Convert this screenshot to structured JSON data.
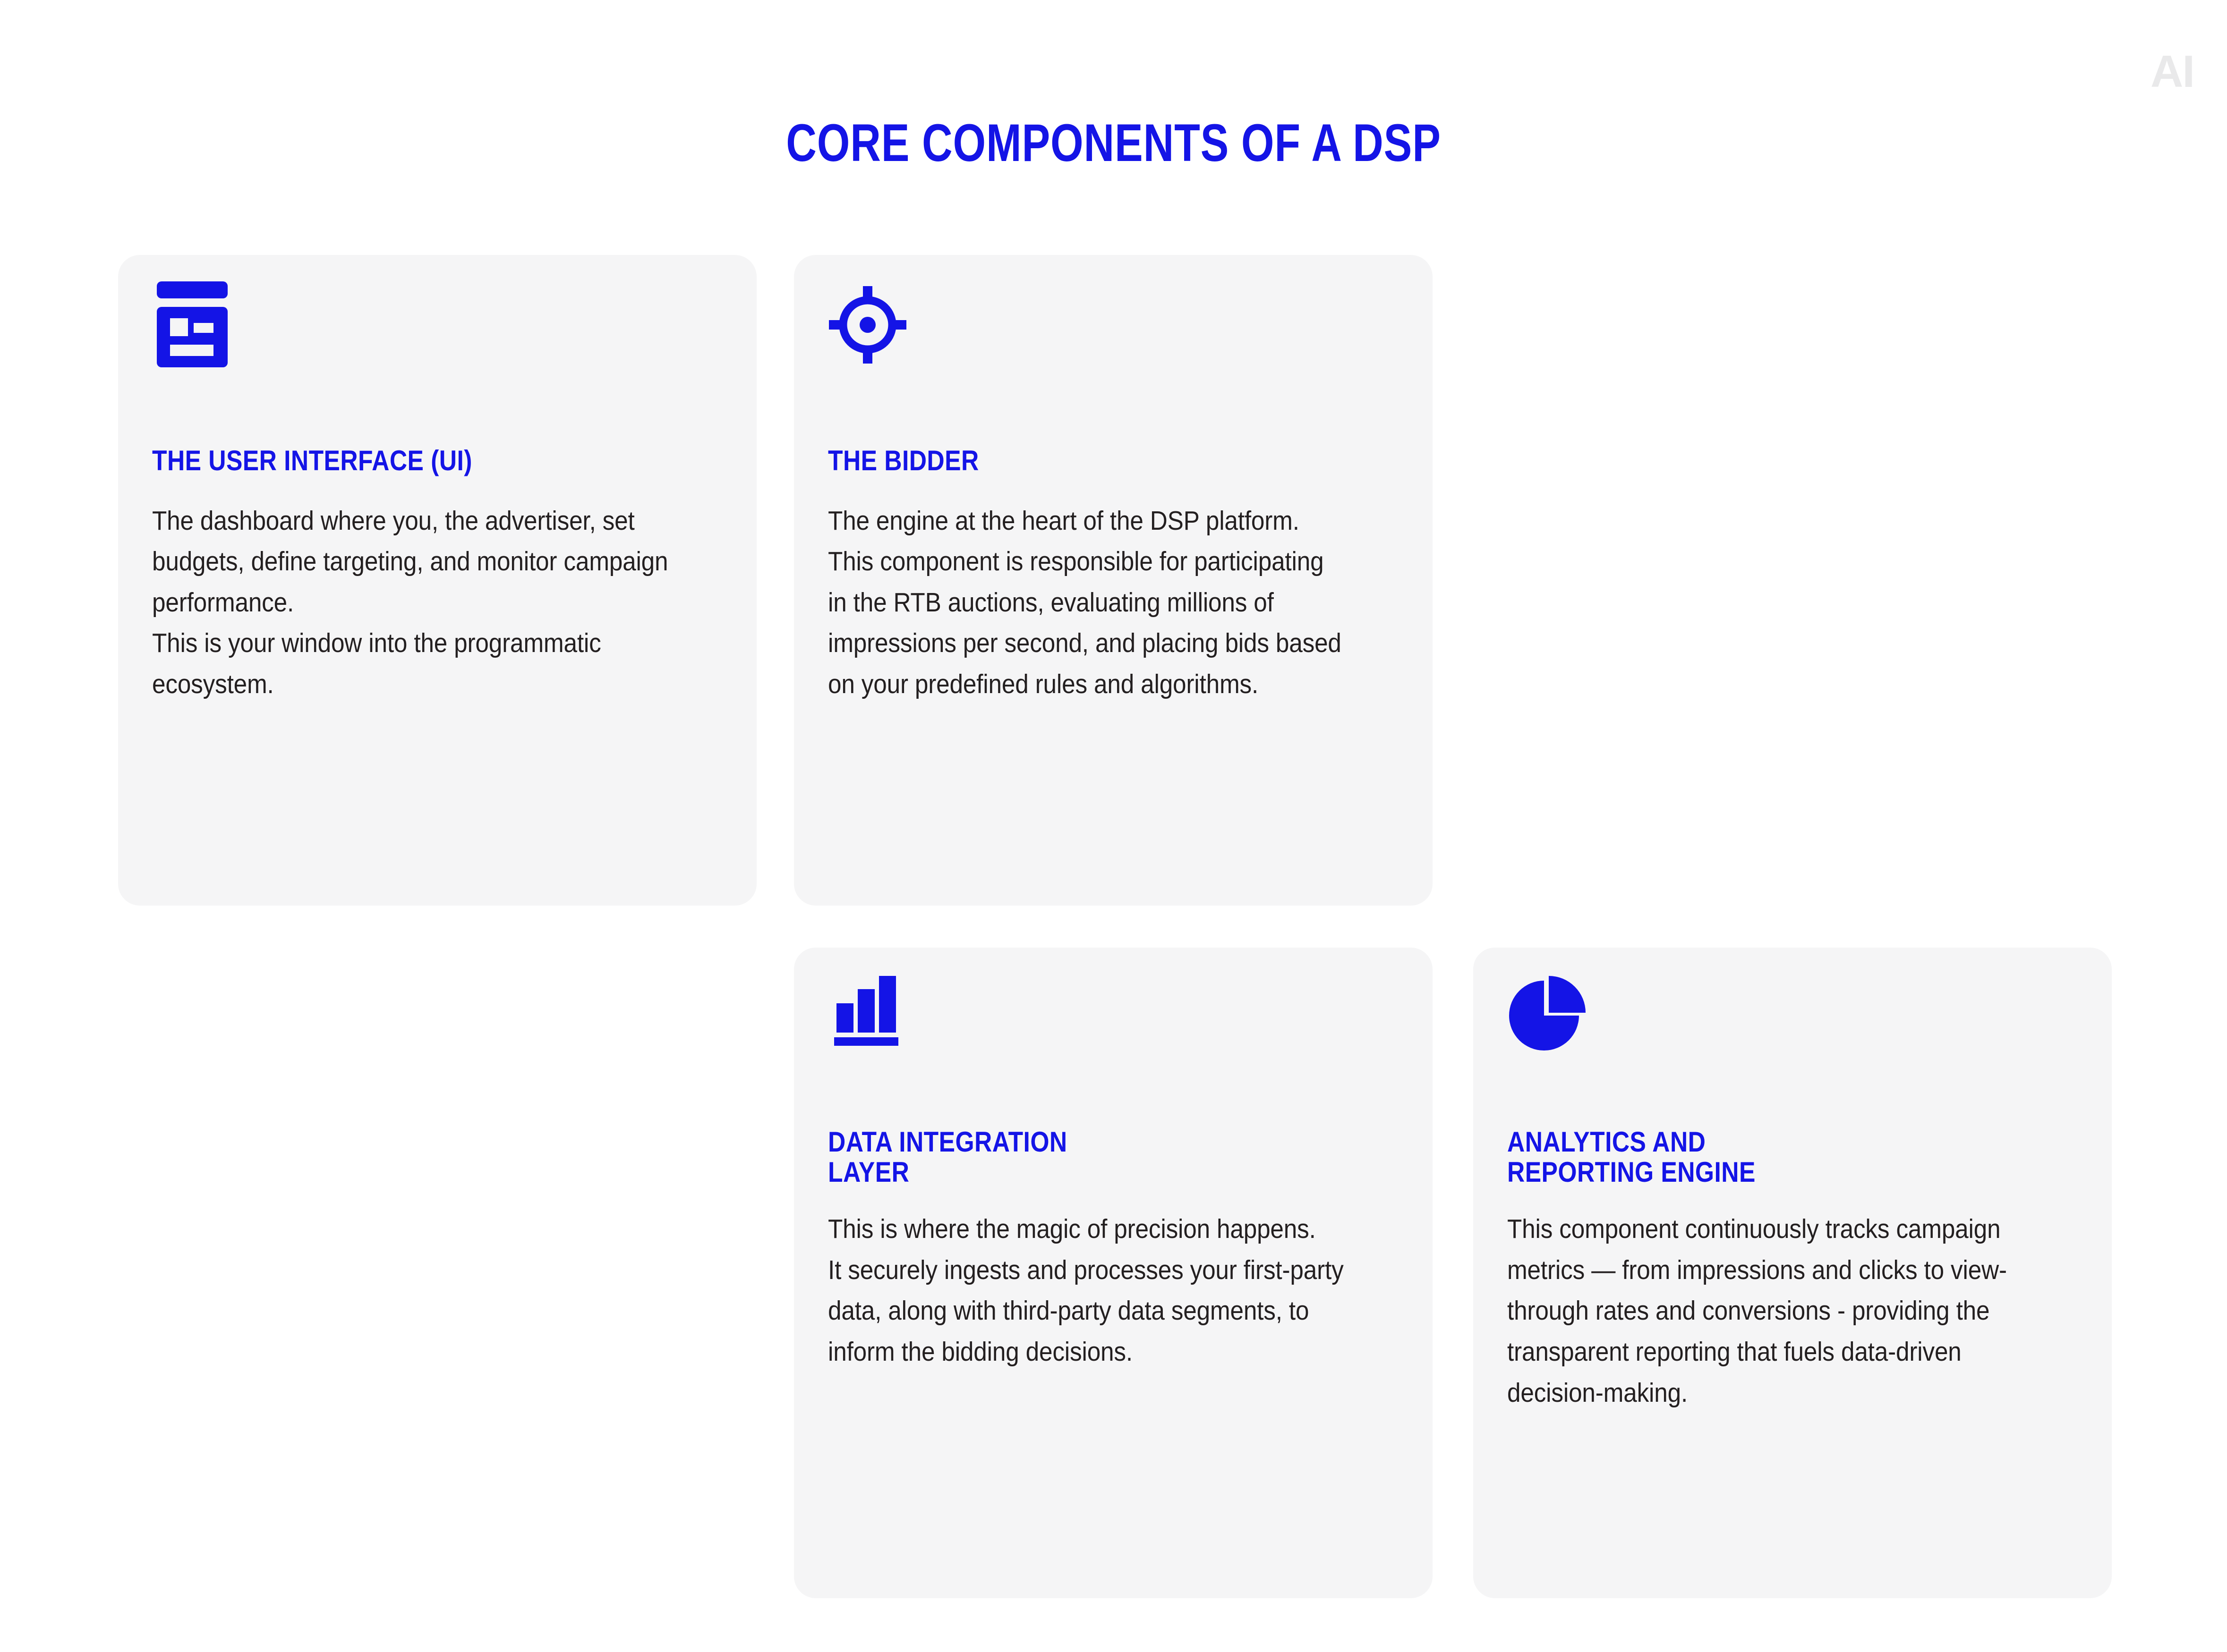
{
  "brand": {
    "watermark": "AI"
  },
  "header": {
    "title": "CORE COMPONENTS OF A DSP",
    "title_color": "#1414e6"
  },
  "theme": {
    "accent": "#1414e6",
    "card_background": "#f5f5f6",
    "page_background": "#ffffff",
    "body_text": "#231f20",
    "watermark_color": "#e9e9ea"
  },
  "cards": [
    {
      "id": "user-interface",
      "icon": "dashboard-window-icon",
      "heading": "THE USER INTERFACE (UI)",
      "body": "The dashboard where you, the advertiser, set budgets, define targeting, and monitor campaign performance.\nThis is your window into the programmatic ecosystem."
    },
    {
      "id": "bidder",
      "icon": "target-crosshair-icon",
      "heading": "THE BIDDER",
      "body": "The engine at the heart of the DSP platform. This component is responsible for participating in the RTB auctions, evaluating millions of impressions per second, and placing bids based on your predefined rules and algorithms."
    },
    {
      "id": "data-integration-layer",
      "icon": "bar-chart-icon",
      "heading": "DATA INTEGRATION\nLAYER",
      "body": "This is where the magic of precision happens.\nIt securely ingests and processes your first-party data, along with third-party data segments, to inform the bidding decisions."
    },
    {
      "id": "analytics-reporting-engine",
      "icon": "pie-chart-icon",
      "heading": "ANALYTICS AND\nREPORTING ENGINE",
      "body": "This component continuously tracks campaign metrics — from impressions and clicks to view-through rates and conversions - providing the transparent reporting that fuels data-driven decision-making."
    }
  ]
}
